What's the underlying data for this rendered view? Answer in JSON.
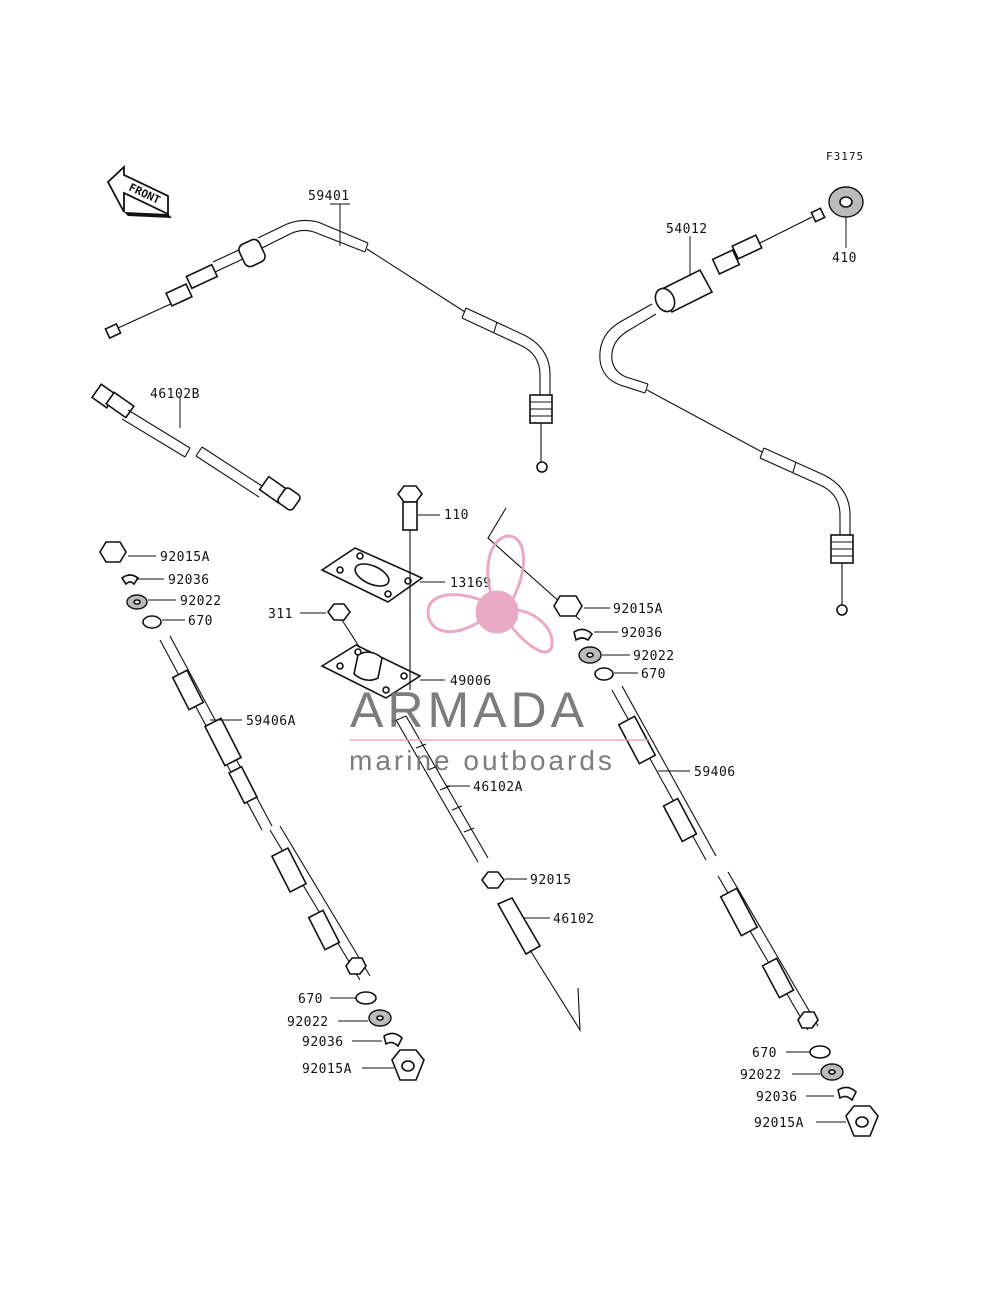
{
  "figure_code": "F3175",
  "front_arrow_label": "FRONT",
  "parts": {
    "p59401": "59401",
    "p54012": "54012",
    "p410": "410",
    "p46102B": "46102B",
    "p110": "110",
    "p13169": "13169",
    "p311": "311",
    "p49006": "49006",
    "p46102A": "46102A",
    "p92015": "92015",
    "p46102": "46102",
    "p59406A": "59406A",
    "p59406": "59406",
    "left_top": [
      "92015A",
      "92036",
      "92022",
      "670"
    ],
    "left_bottom": [
      "670",
      "92022",
      "92036",
      "92015A"
    ],
    "right_top": [
      "92015A",
      "92036",
      "92022",
      "670"
    ],
    "right_bottom": [
      "670",
      "92022",
      "92036",
      "92015A"
    ]
  },
  "watermark": {
    "title": "ARMADA",
    "subtitle": "marine outboards",
    "accent_color": "#e8a0c0",
    "text_color": "#6e6e6e"
  }
}
